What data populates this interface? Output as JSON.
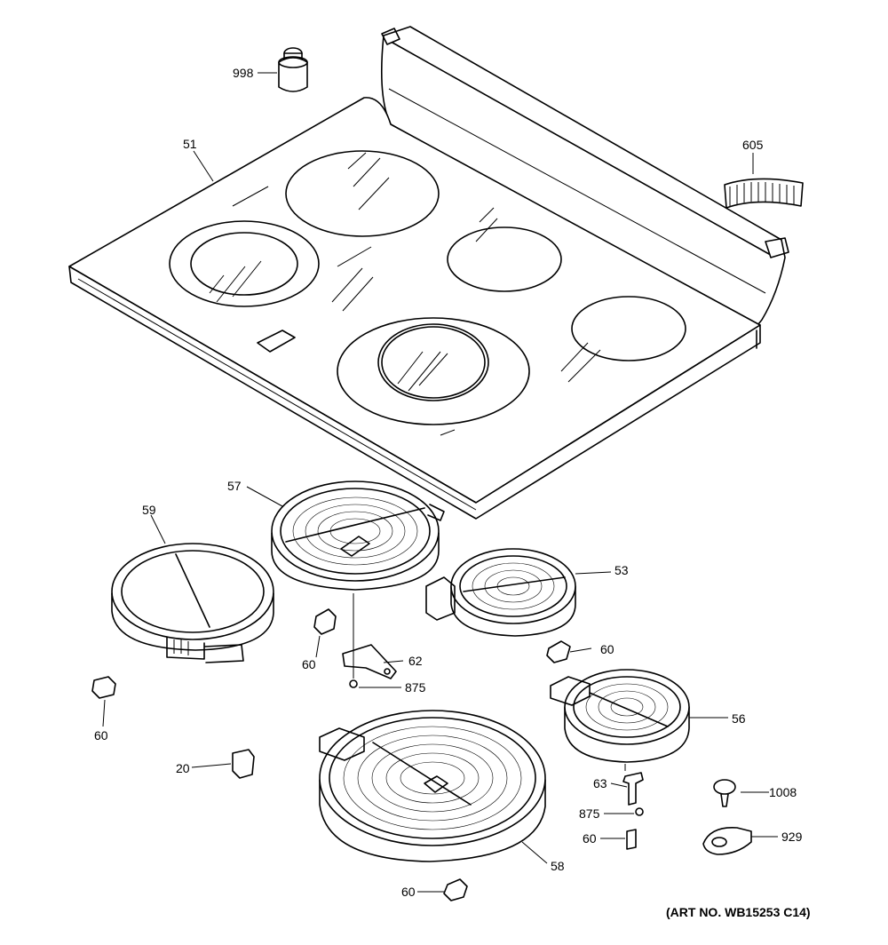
{
  "diagram": {
    "art_number": "(ART NO. WB15253 C14)",
    "callouts": [
      {
        "id": "c998",
        "text": "998"
      },
      {
        "id": "c51",
        "text": "51"
      },
      {
        "id": "c605",
        "text": "605"
      },
      {
        "id": "c57",
        "text": "57"
      },
      {
        "id": "c59",
        "text": "59"
      },
      {
        "id": "c53",
        "text": "53"
      },
      {
        "id": "c60a",
        "text": "60"
      },
      {
        "id": "c62",
        "text": "62"
      },
      {
        "id": "c875a",
        "text": "875"
      },
      {
        "id": "c60b",
        "text": "60"
      },
      {
        "id": "c60c",
        "text": "60"
      },
      {
        "id": "c56",
        "text": "56"
      },
      {
        "id": "c20",
        "text": "20"
      },
      {
        "id": "c63",
        "text": "63"
      },
      {
        "id": "c1008",
        "text": "1008"
      },
      {
        "id": "c875b",
        "text": "875"
      },
      {
        "id": "c60d",
        "text": "60"
      },
      {
        "id": "c929",
        "text": "929"
      },
      {
        "id": "c58",
        "text": "58"
      },
      {
        "id": "c60e",
        "text": "60"
      }
    ]
  }
}
